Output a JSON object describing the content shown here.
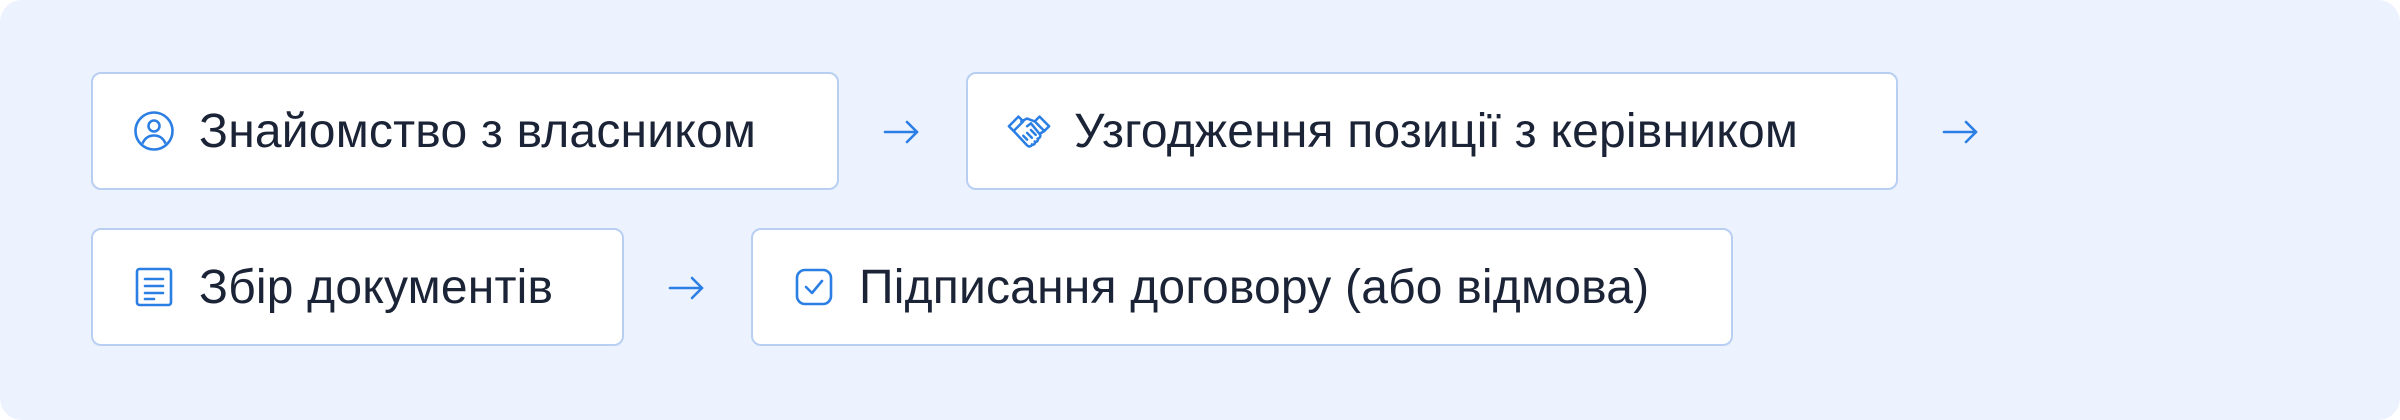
{
  "flow": {
    "steps": [
      {
        "label": "Знайомство з власником",
        "icon": "user-circle-icon"
      },
      {
        "label": "Узгодження позиції з керівником",
        "icon": "handshake-icon"
      },
      {
        "label": "Збір документів",
        "icon": "document-list-icon"
      },
      {
        "label": "Підписання договору (або відмова)",
        "icon": "checkbox-checked-icon"
      }
    ],
    "arrow_icon": "arrow-right-icon"
  },
  "colors": {
    "panel_background": "#ecf2fe",
    "card_background": "#ffffff",
    "card_border": "#b9cff2",
    "accent": "#2b7fe4",
    "text": "#1b2336"
  }
}
